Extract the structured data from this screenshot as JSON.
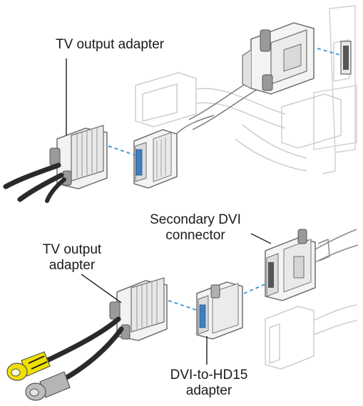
{
  "labels": {
    "tv_output_adapter_top": "TV output adapter",
    "secondary_dvi_line1": "Secondary DVI",
    "secondary_dvi_line2": "connector",
    "tv_output_adapter_bottom_line1": "TV output",
    "tv_output_adapter_bottom_line2": "adapter",
    "dvi_hd15_line1": "DVI-to-HD15",
    "dvi_hd15_line2": "adapter"
  },
  "colors": {
    "connector_outline": "#6f6f6f",
    "connector_fill": "#f2f2f2",
    "ghost_outline": "#cfcfcf",
    "cable_dark": "#2a2a2a",
    "dash_blue": "#4a9fd6",
    "pin_blue": "#3d7fc2",
    "rca_yellow": "#f0e000",
    "rca_gray": "#b5b5b5"
  }
}
